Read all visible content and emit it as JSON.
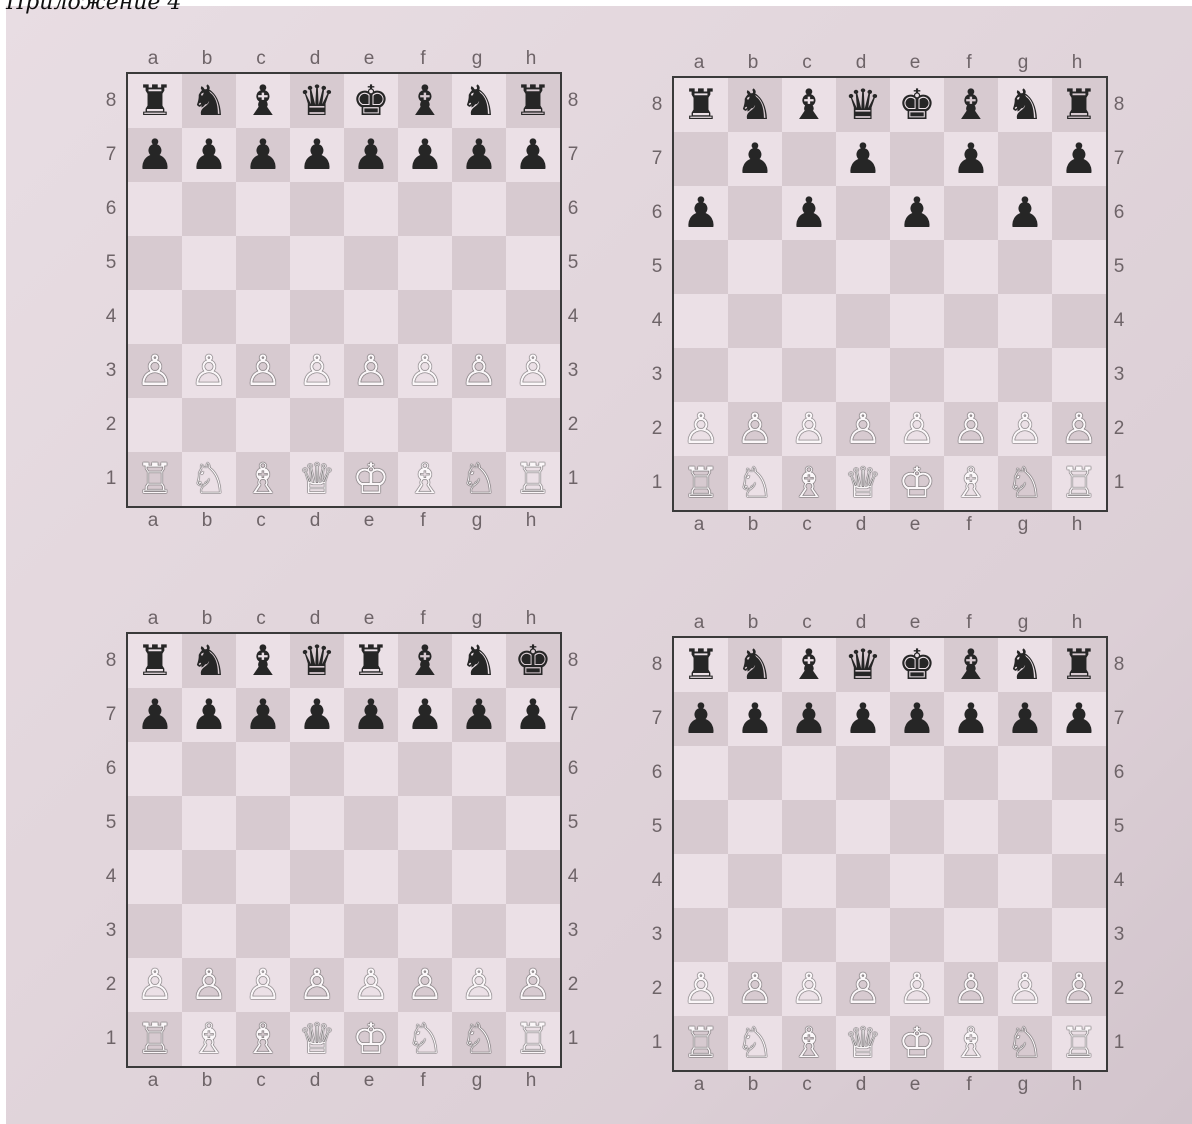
{
  "caption": "Приложение 4",
  "icon_glyphs": {
    "wK": "♔",
    "wQ": "♕",
    "wR": "♖",
    "wB": "♗",
    "wN": "♘",
    "wP": "♙",
    "bK": "♚",
    "bQ": "♛",
    "bR": "♜",
    "bB": "♝",
    "bN": "♞",
    "bP": "♟"
  },
  "colors": {
    "light_square": "#ebe0e6",
    "dark_square": "#d7cad0",
    "border": "#3a3a3a",
    "label": "#6e6468"
  },
  "files_top": [
    "a",
    "b",
    "c",
    "d",
    "e",
    "f",
    "g",
    "h"
  ],
  "files_bottom": [
    "a",
    "b",
    "c",
    "d",
    "e",
    "f",
    "g",
    "h"
  ],
  "ranks_left": [
    "8",
    "7",
    "6",
    "5",
    "4",
    "3",
    "2",
    "1"
  ],
  "ranks_right": [
    "8",
    "7",
    "6",
    "5",
    "4",
    "3",
    "2",
    "1"
  ],
  "diagrams": [
    {
      "name": "diagram-top-left",
      "rows": [
        [
          "bR",
          "bN",
          "bB",
          "bQ",
          "bK",
          "bB",
          "bN",
          "bR"
        ],
        [
          "bP",
          "bP",
          "bP",
          "bP",
          "bP",
          "bP",
          "bP",
          "bP"
        ],
        [
          "",
          "",
          "",
          "",
          "",
          "",
          "",
          ""
        ],
        [
          "",
          "",
          "",
          "",
          "",
          "",
          "",
          ""
        ],
        [
          "",
          "",
          "",
          "",
          "",
          "",
          "",
          ""
        ],
        [
          "wP",
          "wP",
          "wP",
          "wP",
          "wP",
          "wP",
          "wP",
          "wP"
        ],
        [
          "",
          "",
          "",
          "",
          "",
          "",
          "",
          ""
        ],
        [
          "wR",
          "wN",
          "wB",
          "wQ",
          "wK",
          "wB",
          "wN",
          "wR"
        ]
      ]
    },
    {
      "name": "diagram-top-right",
      "rows": [
        [
          "bR",
          "bN",
          "bB",
          "bQ",
          "bK",
          "bB",
          "bN",
          "bR"
        ],
        [
          "",
          "bP",
          "",
          "bP",
          "",
          "bP",
          "",
          "bP"
        ],
        [
          "bP",
          "",
          "bP",
          "",
          "bP",
          "",
          "bP",
          ""
        ],
        [
          "",
          "",
          "",
          "",
          "",
          "",
          "",
          ""
        ],
        [
          "",
          "",
          "",
          "",
          "",
          "",
          "",
          ""
        ],
        [
          "",
          "",
          "",
          "",
          "",
          "",
          "",
          ""
        ],
        [
          "wP",
          "wP",
          "wP",
          "wP",
          "wP",
          "wP",
          "wP",
          "wP"
        ],
        [
          "wR",
          "wN",
          "wB",
          "wQ",
          "wK",
          "wB",
          "wN",
          "wR"
        ]
      ]
    },
    {
      "name": "diagram-bottom-left",
      "rows": [
        [
          "bR",
          "bN",
          "bB",
          "bQ",
          "bR",
          "bB",
          "bN",
          "bK"
        ],
        [
          "bP",
          "bP",
          "bP",
          "bP",
          "bP",
          "bP",
          "bP",
          "bP"
        ],
        [
          "",
          "",
          "",
          "",
          "",
          "",
          "",
          ""
        ],
        [
          "",
          "",
          "",
          "",
          "",
          "",
          "",
          ""
        ],
        [
          "",
          "",
          "",
          "",
          "",
          "",
          "",
          ""
        ],
        [
          "",
          "",
          "",
          "",
          "",
          "",
          "",
          ""
        ],
        [
          "wP",
          "wP",
          "wP",
          "wP",
          "wP",
          "wP",
          "wP",
          "wP"
        ],
        [
          "wR",
          "wB",
          "wB",
          "wQ",
          "wK",
          "wN",
          "wN",
          "wR"
        ]
      ]
    },
    {
      "name": "diagram-bottom-right",
      "rows": [
        [
          "bR",
          "bN",
          "bB",
          "bQ",
          "bK",
          "bB",
          "bN",
          "bR"
        ],
        [
          "bP",
          "bP",
          "bP",
          "bP",
          "bP",
          "bP",
          "bP",
          "bP"
        ],
        [
          "",
          "",
          "",
          "",
          "",
          "",
          "",
          ""
        ],
        [
          "",
          "",
          "",
          "",
          "",
          "",
          "",
          ""
        ],
        [
          "",
          "",
          "",
          "",
          "",
          "",
          "",
          ""
        ],
        [
          "",
          "",
          "",
          "",
          "",
          "",
          "",
          ""
        ],
        [
          "wP",
          "wP",
          "wP",
          "wP",
          "wP",
          "wP",
          "wP",
          "wP"
        ],
        [
          "wR",
          "wN",
          "wB",
          "wQ",
          "wK",
          "wB",
          "wN",
          "wR"
        ]
      ]
    }
  ]
}
